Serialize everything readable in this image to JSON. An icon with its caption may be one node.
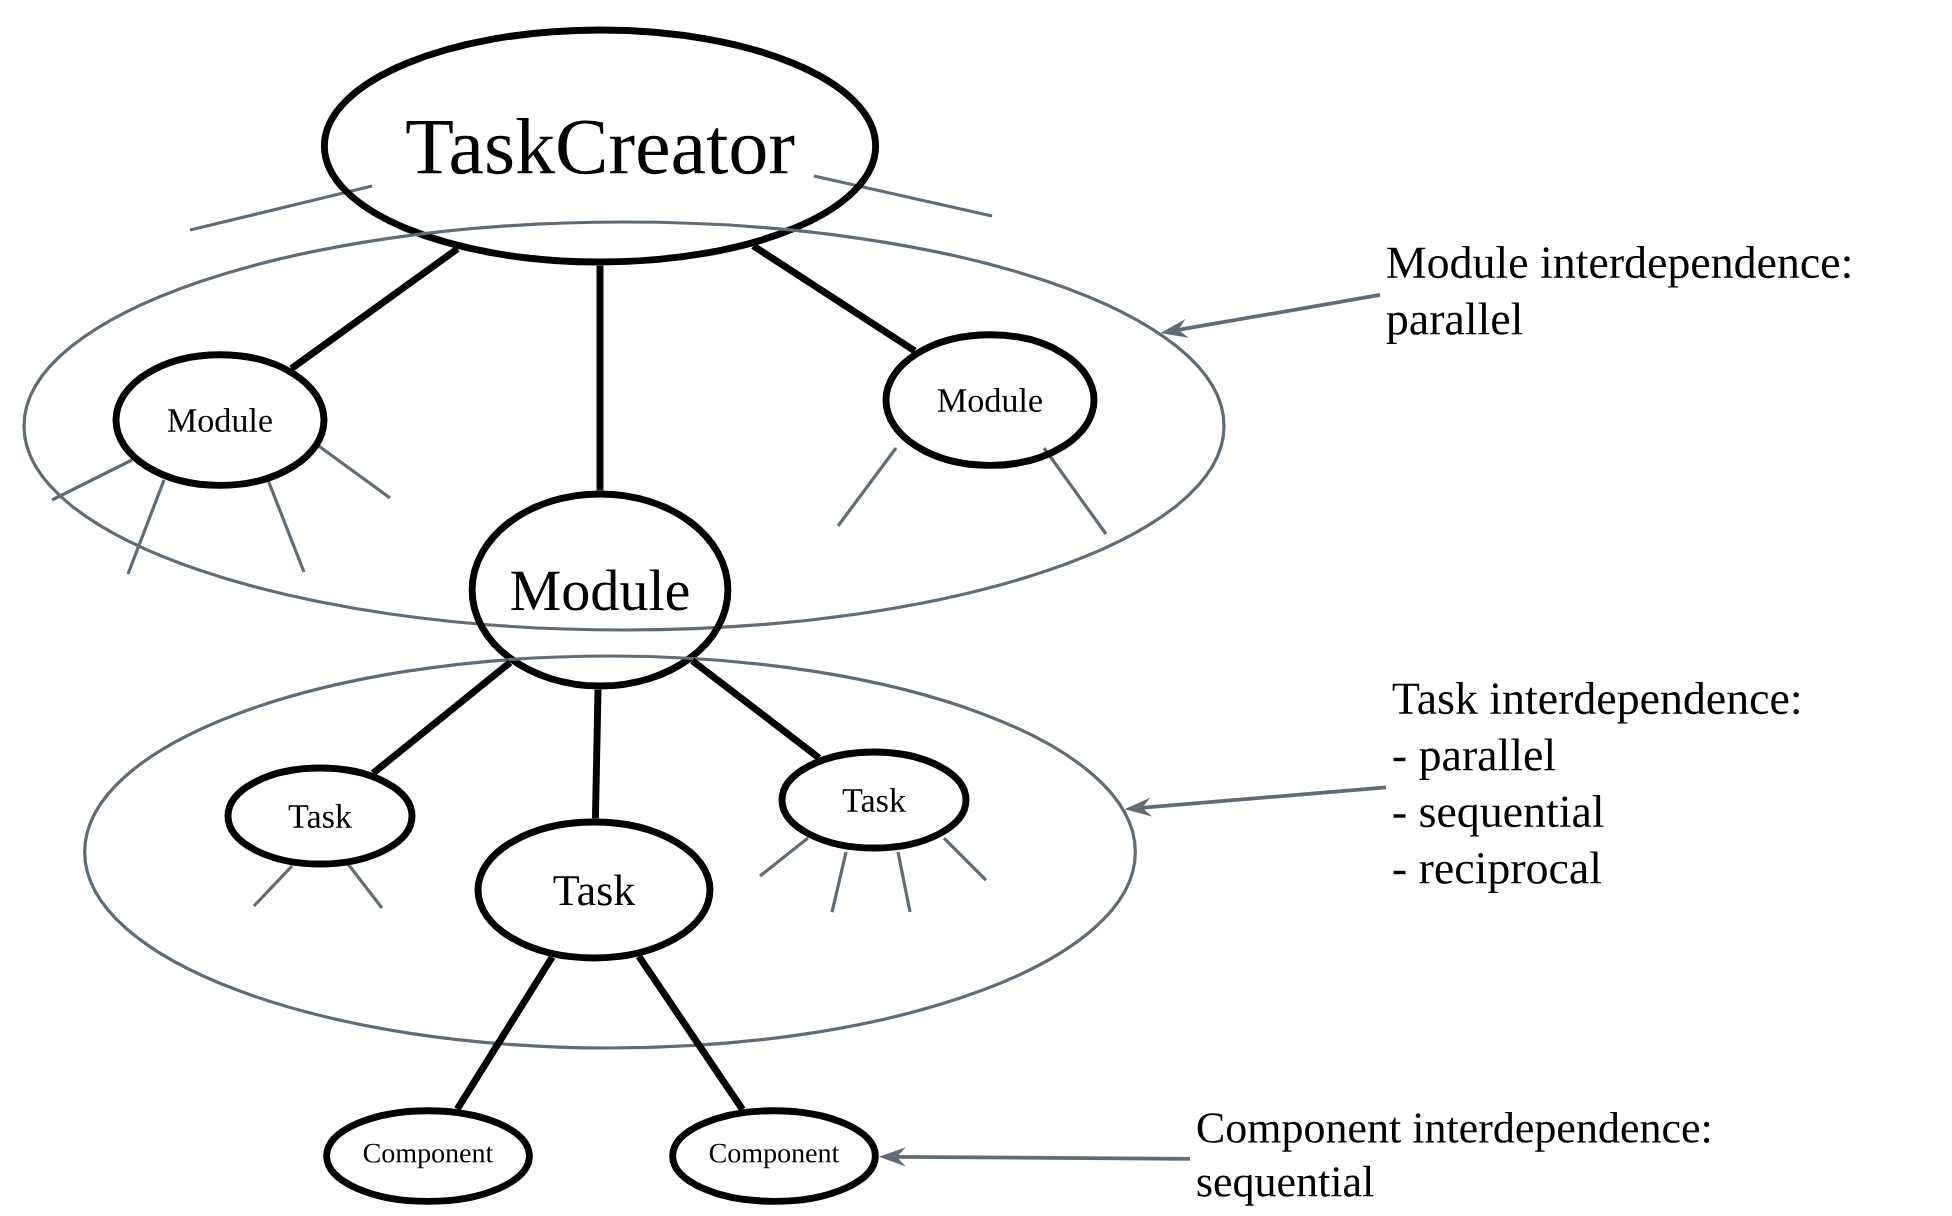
{
  "diagram": {
    "nodes": [
      {
        "text": [
          "TaskCreator"
        ]
      },
      {
        "text": [],
        "shape": "ellipse"
      },
      {
        "text": [
          "Module"
        ],
        "in": 1
      },
      {
        "text": [
          "Module"
        ],
        "in": 1
      },
      {
        "text": [
          "Module"
        ]
      },
      {
        "text": [],
        "shape": "ellipse"
      },
      {
        "text": [
          "Task"
        ],
        "in": 5
      },
      {
        "text": [
          "Task"
        ],
        "in": 5
      },
      {
        "text": [
          "Task"
        ],
        "in": 5
      },
      {
        "text": [
          "Component"
        ]
      },
      {
        "text": [
          "Component"
        ]
      },
      {
        "text": [
          "Module interdependence:",
          "parallel"
        ]
      },
      {
        "text": [
          "Task interdependence:",
          "- parallel",
          "- sequential",
          "- reciprocal"
        ]
      },
      {
        "text": [
          "Component interdependence:",
          "sequential"
        ]
      }
    ],
    "edges": [
      {
        "from": 0,
        "to": 2,
        "arrow": "none"
      },
      {
        "from": 0,
        "to": 4,
        "arrow": "none"
      },
      {
        "from": 0,
        "to": 3,
        "arrow": "none"
      },
      {
        "from": 4,
        "to": 6,
        "arrow": "none"
      },
      {
        "from": 4,
        "to": 7,
        "arrow": "none"
      },
      {
        "from": 4,
        "to": 8,
        "arrow": "none"
      },
      {
        "from": 7,
        "to": 9,
        "arrow": "none"
      },
      {
        "from": 7,
        "to": 10,
        "arrow": "none"
      },
      {
        "from": 11,
        "to": 1,
        "arrow": "to",
        "color": "#5f6b75"
      },
      {
        "from": 12,
        "to": 5,
        "arrow": "to",
        "color": "#5f6b75"
      },
      {
        "from": 13,
        "to": 10,
        "arrow": "to",
        "color": "#5f6b75"
      }
    ]
  }
}
